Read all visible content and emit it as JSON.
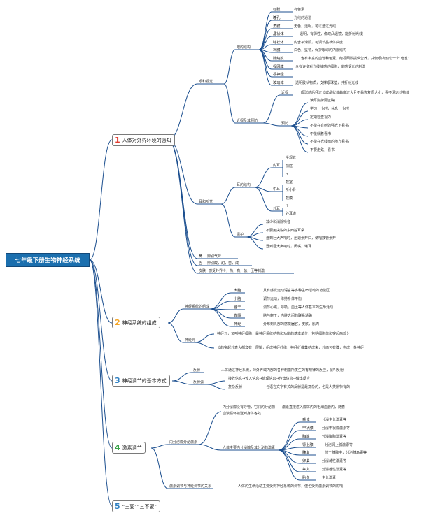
{
  "root": "七年级下册生物神经系统",
  "colors": {
    "num1": "#e23b2e",
    "num2": "#f5a524",
    "num3": "#2f80c2",
    "num4": "#39a349",
    "num5": "#2f80c2",
    "line": "#1c4f8f",
    "root_bg": "#1b6fae"
  },
  "branches": [
    {
      "num": "1",
      "label": "人体对外界环境的感知"
    },
    {
      "num": "2",
      "label": "神经系统的组成"
    },
    {
      "num": "3",
      "label": "神经调节的基本方式"
    },
    {
      "num": "4",
      "label": "激素调节"
    },
    {
      "num": "5",
      "label": "“三要”“三不要”"
    }
  ],
  "b1": {
    "eye": "眼和视觉",
    "eye_struct": "眼的结构",
    "parts": [
      "虹膜",
      "瞳孔",
      "角膜",
      "晶状体",
      "睫状体",
      "巩膜",
      "脉络膜",
      "视网膜",
      "视神经",
      "玻璃体"
    ],
    "part_desc": [
      "有色素",
      "光线的通道",
      "无色，透明，可以透过光线",
      "透明，有弹性，像双凸透镜，能折射光线",
      "内含平滑肌，可调节晶状体曲度",
      "白色，坚韧，保护眼球的内部结构",
      "含有丰富的血管和色素，给视网膜提供营养，并使眼内形成一个“暗室”",
      "含有许多对光线敏感的细胞，能感受光的刺激",
      "",
      "透明胶状物质，支撑眼球壁，并折射光线"
    ],
    "myopia": "近视及其预防",
    "near": "近视",
    "near_desc": "眼球前后径过长或晶状体曲度过大且不易恢复原大小，看不清远处物体",
    "prevent": "预防",
    "prevent_items": [
      "读写姿势要正确",
      "学习一小时，休息一小时",
      "定期检查视力",
      "不能在直射的强光下看书",
      "不能躺着看书",
      "不能在光线暗的地方看书",
      "不要走路，看书"
    ],
    "ear": "耳和听觉",
    "ear_struct": "耳的结构",
    "inner": "内耳",
    "inner_items": [
      "半规管",
      "前庭",
      "↑"
    ],
    "middle": "中耳",
    "middle_items": [
      "鼓室",
      "听小骨",
      "鼓膜"
    ],
    "outer": "外耳",
    "outer_items": [
      "↑",
      "外耳道"
    ],
    "protect": "保护",
    "protect_items": [
      "减少和消除噪音",
      "不要用尖锐的东西挖耳朵",
      "遇到巨大声响时，迅速张开口，使咽鼓管张开",
      "遇到巨大声响时，闭嘴，堵耳"
    ],
    "nose": "鼻",
    "nose_desc": "辨别气味",
    "tongue": "舌",
    "tongue_desc": "辨别酸，甜，苦，咸",
    "skin": "皮肤",
    "skin_desc": "感受外界冷，热，痛，触，压等刺激"
  },
  "b2": {
    "composition": "神经系统的组成",
    "items": [
      "大脑",
      "小脑",
      "脑干",
      "脊髓",
      "神经"
    ],
    "item_desc": [
      "具有感觉运动语言等多种生命活动的功能区",
      "调节运动，维持身体平衡",
      "调节心跳，呼吸，血压等人体基本的生命活动",
      "脑与躯干，内脏之间的联系通路",
      "分布到头部的感觉器官，皮肤，肌肉"
    ],
    "neuron": "神经元",
    "neuron_desc": [
      "神经元，又叫神经细胞，是神经系统结构和功能的基本单位，包括细胞体和突起两部分",
      "长的突起外表大都套有一层鞘，组成神经纤维，神经纤维集结成束，外面包有膜，构成一条神经"
    ]
  },
  "b3": {
    "reflex": "反射",
    "reflex_desc": "人体通过神经系统，对外界或内部的各种刺激所发生的有规律的反应，就叫反射",
    "arc": "反射弧",
    "arc_items": [
      "接收信息→传入信息→处理信息→传出信息→做出反应",
      "复杂反射"
    ],
    "arc_desc": "与语言文字有关的反射是最复杂的，也是人类所特有的"
  },
  "b4": {
    "endocrine": "内分泌腺分泌激素",
    "endo_desc": [
      "内分泌腺没有导管，它们的分泌物——激素直接进入腺体内的毛细血管内，随着",
      "血液循环输送到身体各处"
    ],
    "major": "人体主要内分泌腺及其分泌的激素",
    "glands": [
      "垂体",
      "甲状腺",
      "胸腺",
      "肾上腺",
      "胰岛",
      "卵巢",
      "睾丸",
      "胎盘"
    ],
    "hormones": [
      "分泌生长激素等",
      "分泌甲状腺激素等",
      "分泌胸腺激素等",
      "分泌肾上腺激素等",
      "位于胰腺中，分泌胰岛素等",
      "分泌雌性激素等",
      "分泌雄性激素等",
      "生长激素"
    ],
    "relation": "激素调节与神经调节的关系",
    "relation_desc": "人体的生命活动主要受到神经系统的调节，但也受到激素调节的影响"
  }
}
